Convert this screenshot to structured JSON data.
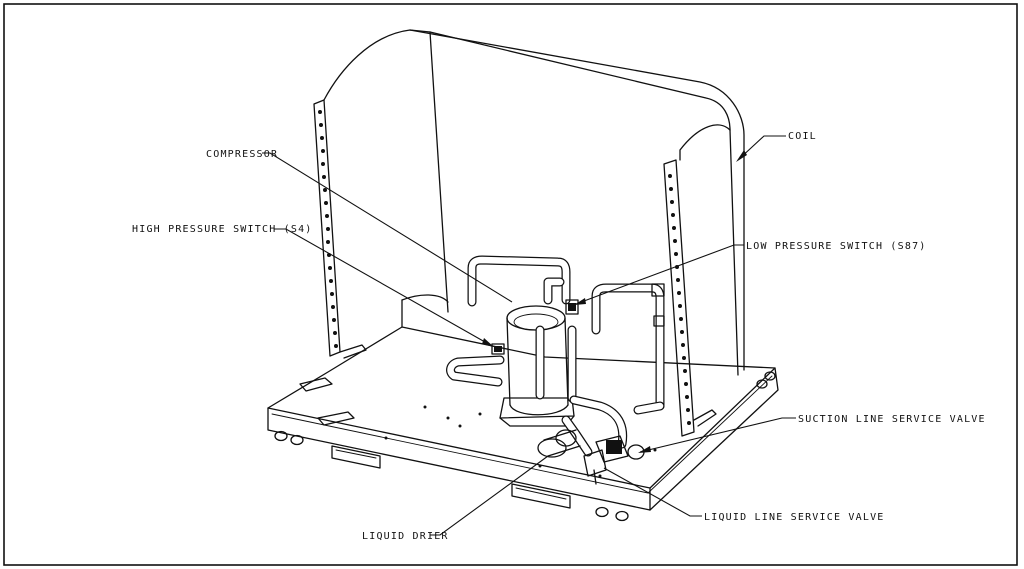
{
  "labels": {
    "coil": "COIL",
    "compressor": "COMPRESSOR",
    "high_pressure_switch": "HIGH PRESSURE SWITCH (S4)",
    "low_pressure_switch": "LOW PRESSURE SWITCH (S87)",
    "suction_line_service_valve": "SUCTION LINE SERVICE VALVE",
    "liquid_line_service_valve": "LIQUID LINE SERVICE VALVE",
    "liquid_drier": "LIQUID DRIER"
  }
}
